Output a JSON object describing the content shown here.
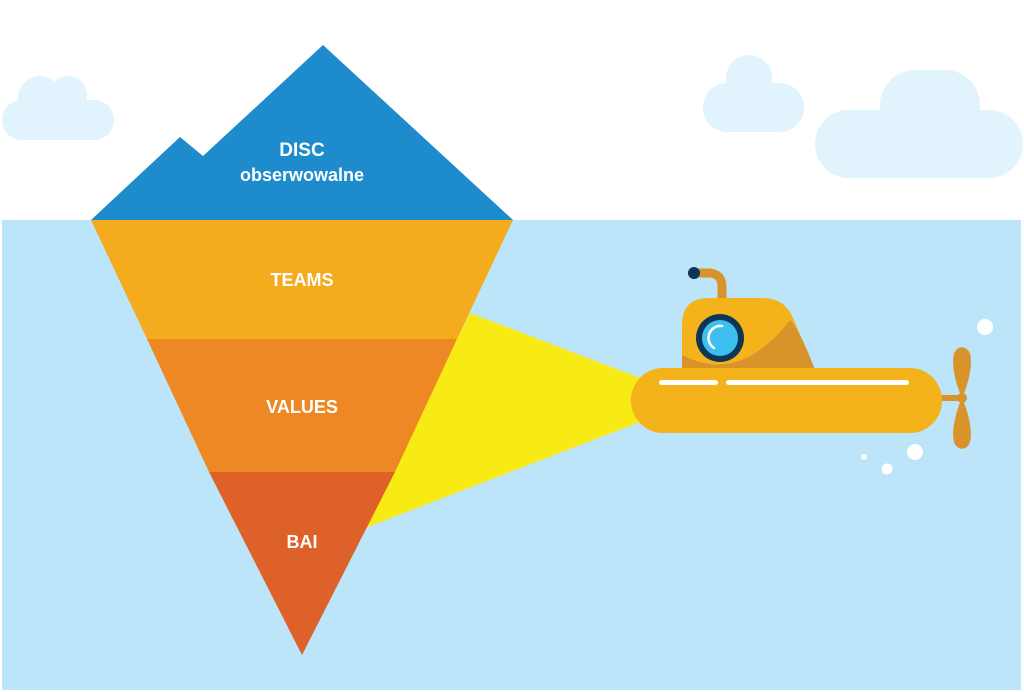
{
  "diagram": {
    "type": "iceberg-layers",
    "top_section": {
      "line1": "DISC",
      "line2": "obserwowalne",
      "color": "#1e8bcd"
    },
    "layers": [
      {
        "label": "TEAMS",
        "color": "#f4ab1e"
      },
      {
        "label": "VALUES",
        "color": "#ee8824"
      },
      {
        "label": "BAI",
        "color": "#dd6128"
      }
    ]
  },
  "colors": {
    "sky": "#ffffff",
    "water": "#bde5f9",
    "cloud": "#e1f3fc",
    "light_beam": "#f8ea14",
    "submarine_body": "#f5b31b",
    "submarine_shadow": "#d8932b",
    "porthole_rim": "#0c3557",
    "porthole_glass": "#3ec0ef",
    "bubble": "#ffffff"
  },
  "icons": {
    "submarine": "submarine-icon",
    "cloud": "cloud-icon",
    "propeller": "propeller-icon",
    "porthole": "porthole-icon",
    "periscope": "periscope-icon"
  }
}
